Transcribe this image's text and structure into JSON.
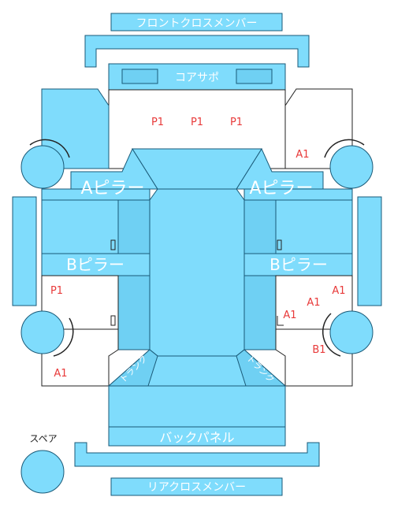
{
  "labels": {
    "front_cross_member": "フロントクロスメンバー",
    "core_support": "コアサポ",
    "a_pillar_left": "Aピラー",
    "a_pillar_right": "Aピラー",
    "b_pillar_left": "Bピラー",
    "b_pillar_right": "Bピラー",
    "back_panel": "バックパネル",
    "rear_cross_member": "リアクロスメンバー",
    "spare": "スペア",
    "trunk_left": "トランク",
    "trunk_right": "トランク"
  },
  "damage_marks": {
    "p1_top_1": "P1",
    "p1_top_2": "P1",
    "p1_top_3": "P1",
    "a1_top_right": "A1",
    "p1_left": "P1",
    "a1_right_1": "A1",
    "a1_right_2": "A1",
    "a1_right_3": "A1",
    "b1_right": "B1",
    "a1_bottom_left": "A1"
  },
  "colors": {
    "panel": "#7fdcfc",
    "border": "#1a5a78",
    "mark": "#e83a3a"
  }
}
